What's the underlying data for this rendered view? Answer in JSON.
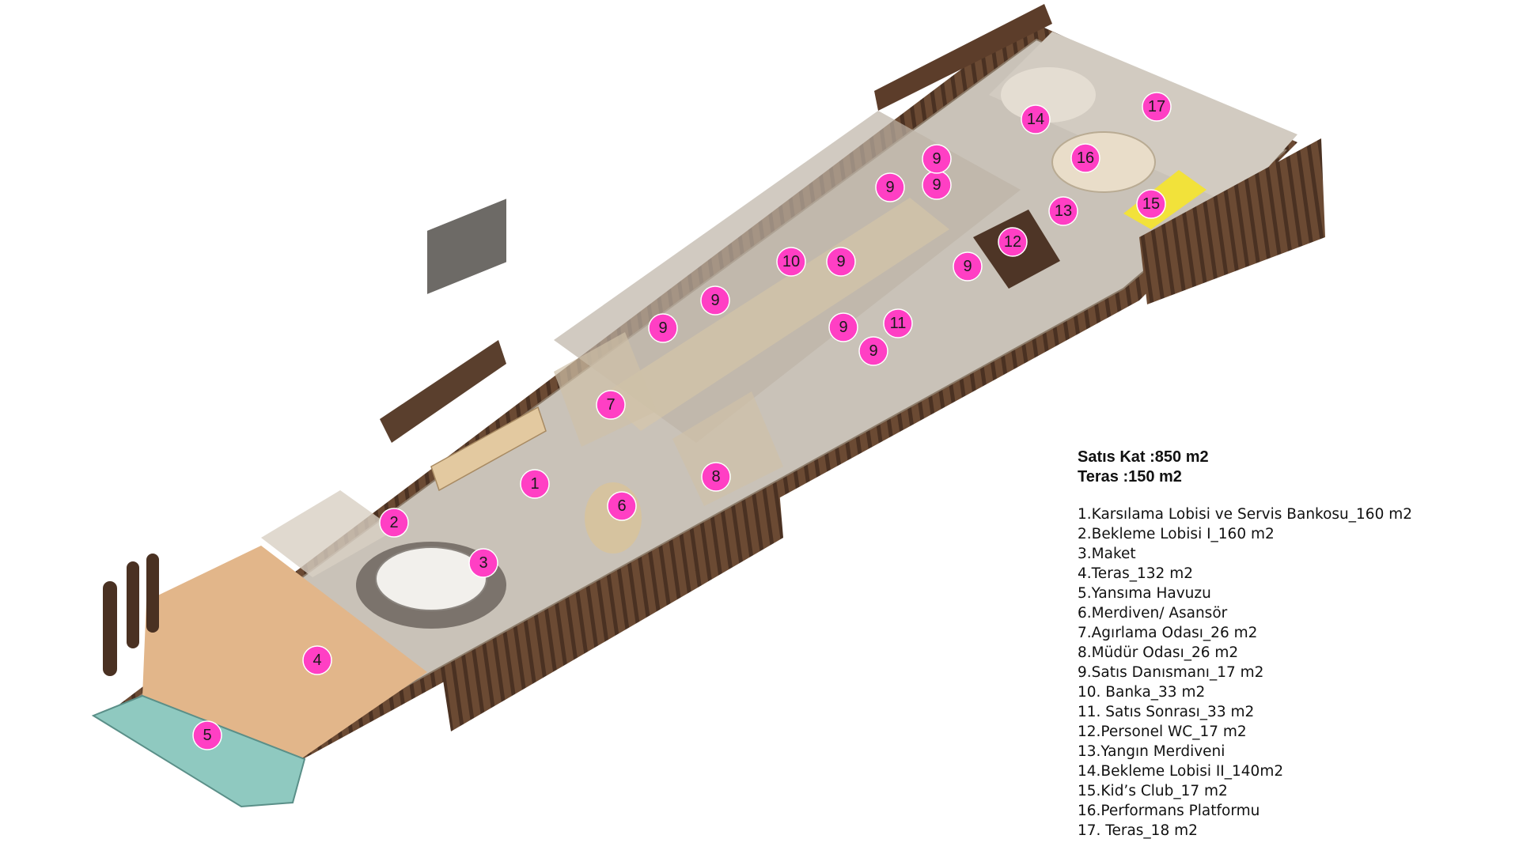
{
  "summary": {
    "sales_floor": "Satıs Kat :850 m2",
    "terrace": "Teras :150 m2"
  },
  "legend": [
    "1.Karsılama Lobisi ve Servis Bankosu_160 m2",
    "2.Bekleme Lobisi I_160 m2",
    "3.Maket",
    "4.Teras_132 m2",
    "5.Yansıma Havuzu",
    "6.Merdiven/ Asansör",
    "7.Agırlama Odası_26 m2",
    "8.Müdür Odası_26 m2",
    "9.Satıs Danısmanı_17 m2",
    "10. Banka_33 m2",
    "11. Satıs Sonrası_33 m2",
    "12.Personel WC_17 m2",
    "13.Yangın Merdiveni",
    "14.Bekleme Lobisi II_140m2",
    "15.Kid’s Club_17 m2",
    "16.Performans Platformu",
    "17. Teras_18 m2"
  ],
  "markers": [
    "1",
    "2",
    "3",
    "4",
    "5",
    "6",
    "7",
    "8",
    "9",
    "9",
    "9",
    "9",
    "9",
    "9",
    "9",
    "9",
    "9",
    "10",
    "11",
    "12",
    "13",
    "14",
    "15",
    "16",
    "17"
  ],
  "colors": {
    "marker": "#ff3fc4",
    "wood_wall": "#6b4a33",
    "floor": "#c9c2b8",
    "terrace_deck": "#e2b68a",
    "pool": "#8fc9c0",
    "kids_club": "#f2e23a"
  }
}
